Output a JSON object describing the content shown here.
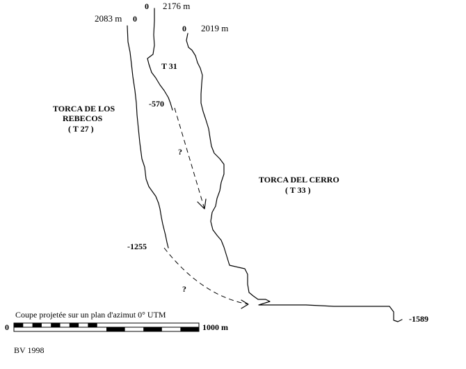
{
  "entrances": {
    "rebecos_altitude": "2083 m",
    "rebecos_zero": "0",
    "t31_zero": "0",
    "t31_altitude": "2176 m",
    "cerro_zero": "0",
    "cerro_altitude": "2019 m"
  },
  "caves": {
    "t31_label": "T 31",
    "rebecos_name_line1": "TORCA DE LOS",
    "rebecos_name_line2": "REBECOS",
    "rebecos_code": "( T 27 )",
    "cerro_name": "TORCA DEL CERRO",
    "cerro_code": "( T 33 )"
  },
  "depths": {
    "t31_bottom": "-570",
    "rebecos_bottom": "-1255",
    "cerro_bottom": "-1589"
  },
  "connections": {
    "upper_question": "?",
    "lower_question": "?"
  },
  "scale": {
    "caption": "Coupe projetée sur un plan d'azimut 0° UTM",
    "start": "0",
    "end": "1000 m"
  },
  "credit": "BV 1998"
}
